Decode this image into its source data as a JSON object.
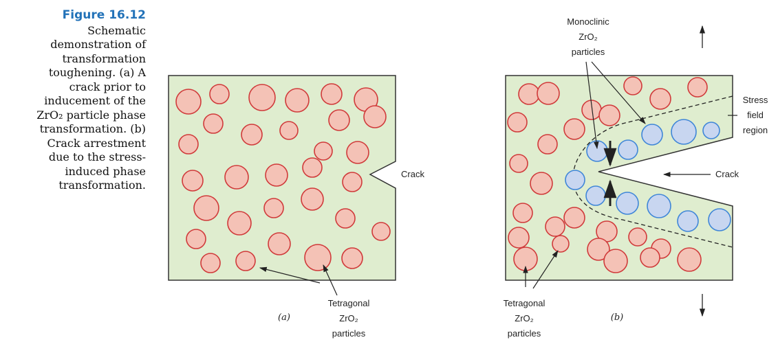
{
  "caption": {
    "figure_label": "Figure 16.12",
    "lines": [
      "Schematic",
      "demonstration of",
      "transformation",
      "toughening. (a) A",
      "crack prior to",
      "inducement of the",
      "ZrO₂ particle phase",
      "transformation. (b)",
      "Crack arrestment",
      "due to the stress-",
      "induced phase",
      "transformation."
    ]
  },
  "panel_a": {
    "label": "(a)",
    "crack_label": "Crack",
    "particles_label": [
      "Tetragonal",
      "ZrO₂",
      "particles"
    ]
  },
  "panel_b": {
    "label": "(b)",
    "crack_label": "Crack",
    "stress_label": [
      "Stress",
      "field",
      "region"
    ],
    "monoclinic_label": [
      "Monoclinic",
      "ZrO₂",
      "particles"
    ],
    "particles_label": [
      "Tetragonal",
      "ZrO₂",
      "particles"
    ]
  },
  "colors": {
    "matrix": "#dfedcf",
    "tetragonal_fill": "#f4c2b6",
    "tetragonal_stroke": "#d03a3a",
    "monoclinic_fill": "#c8d6f0",
    "monoclinic_stroke": "#3f86d8",
    "title": "#2272b8"
  }
}
